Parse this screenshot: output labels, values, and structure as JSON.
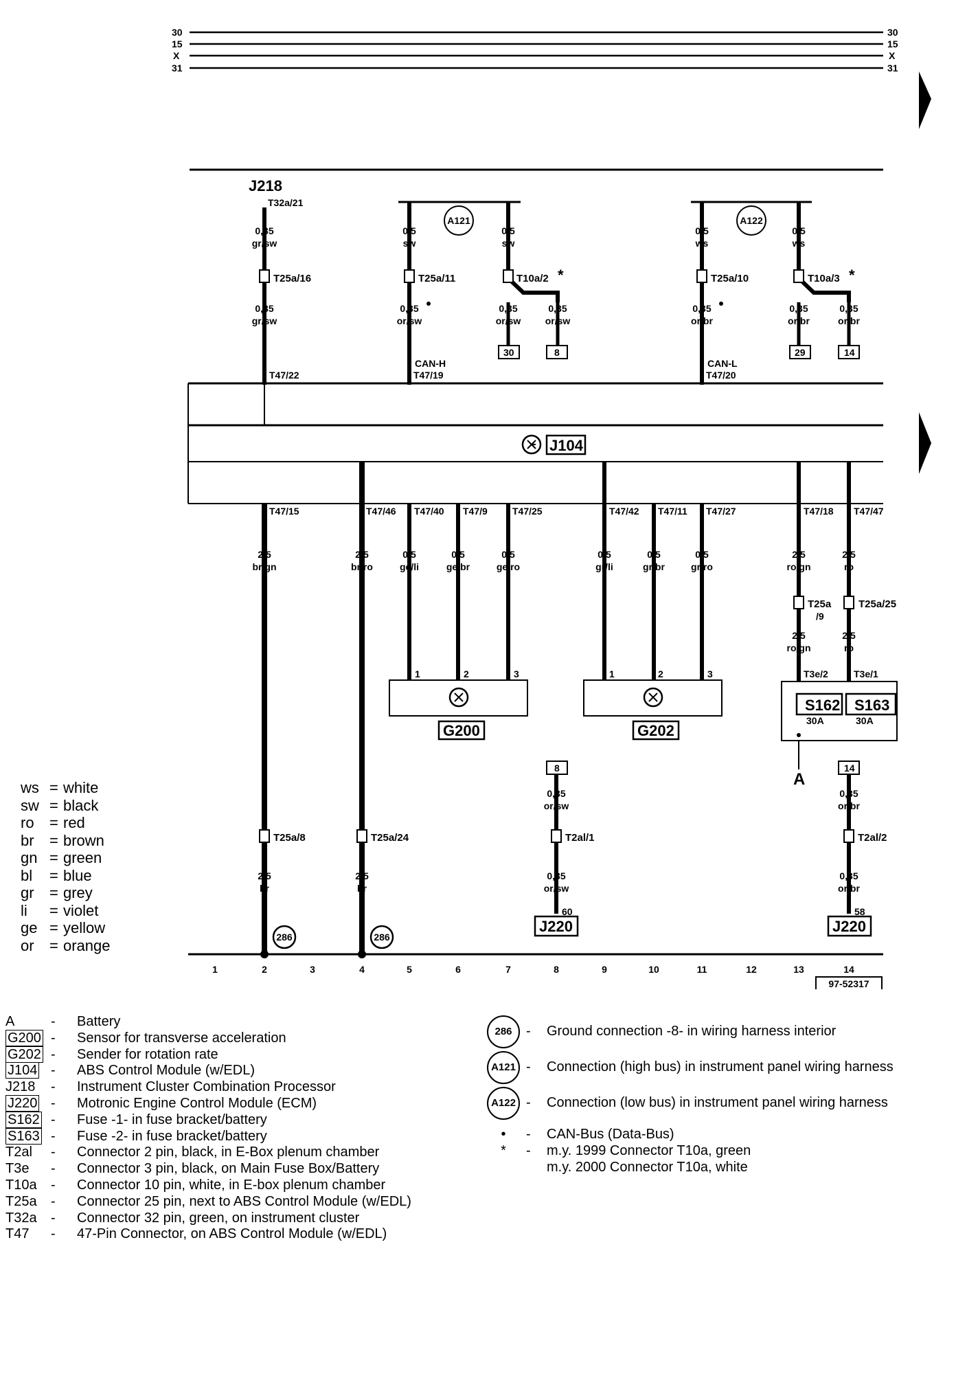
{
  "diagram": {
    "bus_labels": [
      "30",
      "15",
      "X",
      "31"
    ],
    "modules": {
      "j218": "J218",
      "j104": "J104",
      "g200": "G200",
      "g202": "G202",
      "j220_a": "J220",
      "j220_b": "J220",
      "s162": "S162",
      "s163": "S163",
      "fuse_rating": "30A",
      "battery_point": "A"
    },
    "top_labels": {
      "t32a_21": "T32a/21",
      "t25a_16": "T25a/16",
      "t25a_11": "T25a/11",
      "t10a_2": "T10a/2",
      "t25a_10": "T25a/10",
      "t10a_3": "T10a/3",
      "star": "*",
      "can_h": "CAN-H",
      "can_l": "CAN-L",
      "t47_22": "T47/22",
      "t47_19": "T47/19",
      "t47_20": "T47/20",
      "a121": "A121",
      "a122": "A122"
    },
    "wire_specs": {
      "w1": [
        "0,35",
        "gr/sw"
      ],
      "w1b": [
        "0,35",
        "gr/sw"
      ],
      "w2": [
        "0,5",
        "sw"
      ],
      "w2b": [
        "0,35",
        "or/sw"
      ],
      "w3": [
        "0,5",
        "sw"
      ],
      "w3b": [
        "0,35",
        "or/sw"
      ],
      "w3c": [
        "0,35",
        "or/sw"
      ],
      "w4": [
        "0,5",
        "ws"
      ],
      "w4b": [
        "0,35",
        "or/br"
      ],
      "w5": [
        "0,5",
        "ws"
      ],
      "w5b": [
        "0,35",
        "or/br"
      ],
      "w5c": [
        "0,35",
        "or/br"
      ],
      "c2": [
        "2,5",
        "br/gn"
      ],
      "c4": [
        "2,5",
        "br/ro"
      ],
      "c5": [
        "0,5",
        "ge/li"
      ],
      "c6": [
        "0,5",
        "ge/br"
      ],
      "c7": [
        "0,5",
        "ge/ro"
      ],
      "c9": [
        "0,5",
        "gr/li"
      ],
      "c10": [
        "0,5",
        "gr/br"
      ],
      "c11": [
        "0,5",
        "gr/ro"
      ],
      "c13": [
        "2,5",
        "ro/gn"
      ],
      "c14": [
        "2,5",
        "ro"
      ],
      "c13b": [
        "2,5",
        "ro/gn"
      ],
      "c14b": [
        "2,5",
        "ro"
      ],
      "c2b": [
        "2,5",
        "br"
      ],
      "c4b": [
        "2,5",
        "br"
      ],
      "c8a": [
        "0,35",
        "or/sw"
      ],
      "c8b": [
        "0,35",
        "or/sw"
      ],
      "c14c": [
        "0,35",
        "or/br"
      ],
      "c14d": [
        "0,35",
        "or/br"
      ]
    },
    "ref_boxes": {
      "r30": "30",
      "r8": "8",
      "r29": "29",
      "r14": "14",
      "r8b": "8",
      "r14b": "14"
    },
    "pin_labels": {
      "p15": "T47/15",
      "p46": "T47/46",
      "p40": "T47/40",
      "p9": "T47/9",
      "p25": "T47/25",
      "p42": "T47/42",
      "p11": "T47/11",
      "p27": "T47/27",
      "p18": "T47/18",
      "p47": "T47/47",
      "g1": "1",
      "g2": "2",
      "g3": "3",
      "h1": "1",
      "h2": "2",
      "h3": "3",
      "t3e2": "T3e/2",
      "t3e1": "T3e/1",
      "t25a9a": "T25a",
      "t25a9b": "/9",
      "t25a25": "T25a/25",
      "t25a8": "T25a/8",
      "t25a24": "T25a/24",
      "t2al1": "T2al/1",
      "t2al2": "T2al/2",
      "pin60": "60",
      "pin58": "58",
      "gnd286": "286"
    },
    "columns": [
      "1",
      "2",
      "3",
      "4",
      "5",
      "6",
      "7",
      "8",
      "9",
      "10",
      "11",
      "12",
      "13",
      "14"
    ],
    "diagram_id": "97-52317"
  },
  "color_key": [
    {
      "code": "ws",
      "name": "white"
    },
    {
      "code": "sw",
      "name": "black"
    },
    {
      "code": "ro",
      "name": "red"
    },
    {
      "code": "br",
      "name": "brown"
    },
    {
      "code": "gn",
      "name": "green"
    },
    {
      "code": "bl",
      "name": "blue"
    },
    {
      "code": "gr",
      "name": "grey"
    },
    {
      "code": "li",
      "name": "violet"
    },
    {
      "code": "ge",
      "name": "yellow"
    },
    {
      "code": "or",
      "name": "orange"
    }
  ],
  "component_legend": [
    {
      "code": "A",
      "desc": "Battery",
      "boxed": false
    },
    {
      "code": "G200",
      "desc": "Sensor for transverse acceleration",
      "boxed": true
    },
    {
      "code": "G202",
      "desc": "Sender for rotation rate",
      "boxed": true
    },
    {
      "code": "J104",
      "desc": "ABS Control Module (w/EDL)",
      "boxed": true
    },
    {
      "code": "J218",
      "desc": "Instrument Cluster Combination Processor",
      "boxed": false
    },
    {
      "code": "J220",
      "desc": "Motronic Engine Control Module (ECM)",
      "boxed": true
    },
    {
      "code": "S162",
      "desc": "Fuse -1- in fuse bracket/battery",
      "boxed": true
    },
    {
      "code": "S163",
      "desc": "Fuse -2- in fuse bracket/battery",
      "boxed": true
    },
    {
      "code": "T2al",
      "desc": "Connector 2 pin, black, in E-Box plenum chamber",
      "boxed": false
    },
    {
      "code": "T3e",
      "desc": "Connector 3 pin, black, on Main Fuse Box/Battery",
      "boxed": false
    },
    {
      "code": "T10a",
      "desc": "Connector 10 pin, white, in E-box plenum chamber",
      "boxed": false
    },
    {
      "code": "T25a",
      "desc": "Connector 25 pin, next to ABS Control Module (w/EDL)",
      "boxed": false
    },
    {
      "code": "T32a",
      "desc": "Connector 32 pin, green, on instrument cluster",
      "boxed": false
    },
    {
      "code": "T47",
      "desc": "47-Pin Connector, on ABS Control Module (w/EDL)",
      "boxed": false
    }
  ],
  "symbol_legend": {
    "gnd": {
      "symbol": "286",
      "desc": "Ground connection -8- in wiring harness interior"
    },
    "a121": {
      "symbol": "A121",
      "desc": "Connection (high bus) in instrument panel wiring harness"
    },
    "a122": {
      "symbol": "A122",
      "desc": "Connection (low bus) in instrument panel wiring harness"
    },
    "dot": {
      "symbol": "•",
      "desc": "CAN-Bus (Data-Bus)"
    },
    "star": {
      "symbol": "*",
      "desc": "m.y. 1999 Connector T10a, green",
      "desc2": "m.y. 2000 Connector T10a, white"
    }
  },
  "dash": "-"
}
